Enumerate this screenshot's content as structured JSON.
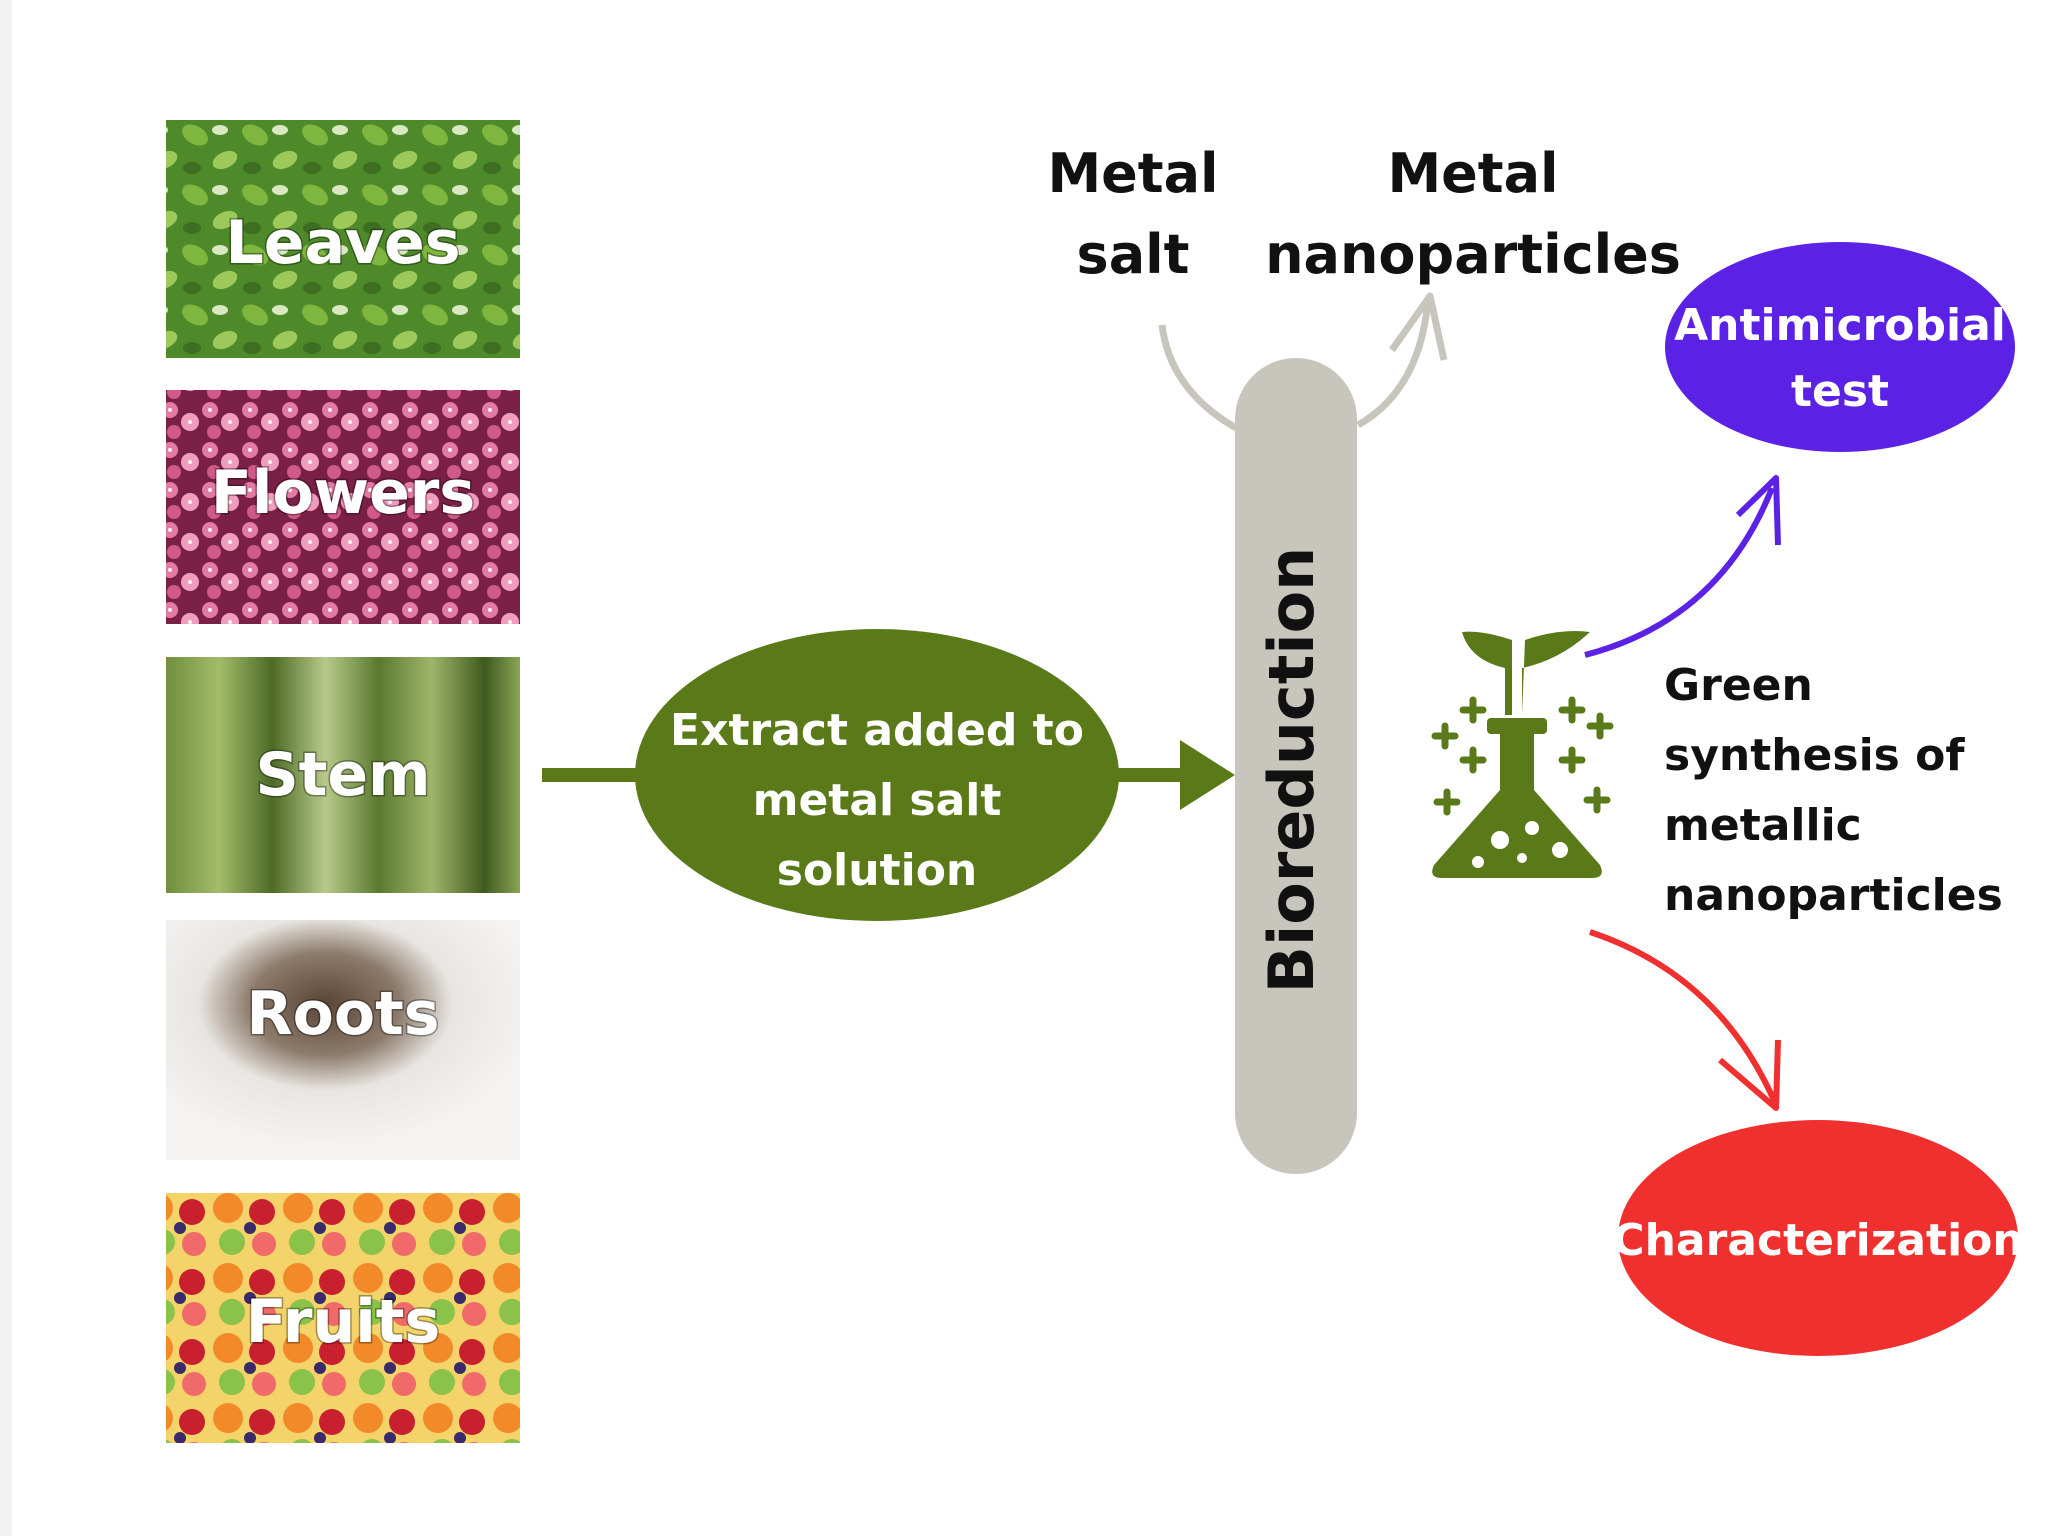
{
  "sources": [
    {
      "label": "Leaves"
    },
    {
      "label": "Flowers"
    },
    {
      "label": "Stem"
    },
    {
      "label": "Roots"
    },
    {
      "label": "Fruits"
    }
  ],
  "extract": {
    "lines": [
      "Extract added to",
      "metal salt",
      "solution"
    ]
  },
  "metal_salt": {
    "lines": [
      "Metal",
      "salt"
    ]
  },
  "metal_nanoparticles": {
    "lines": [
      "Metal",
      "nanoparticles"
    ]
  },
  "bioreduction": "Bioreduction",
  "green_synthesis": {
    "lines": [
      "Green",
      "synthesis of",
      "metallic",
      "nanoparticles"
    ]
  },
  "antimicrobial": {
    "lines": [
      "Antimicrobial",
      "test"
    ]
  },
  "characterization": "Characterization",
  "colors": {
    "green": "#5a7a1a",
    "purple": "#5b22e6",
    "red": "#f0302e",
    "pillar": "#c8c6bc"
  },
  "icons": [
    "plant-flask-icon"
  ]
}
